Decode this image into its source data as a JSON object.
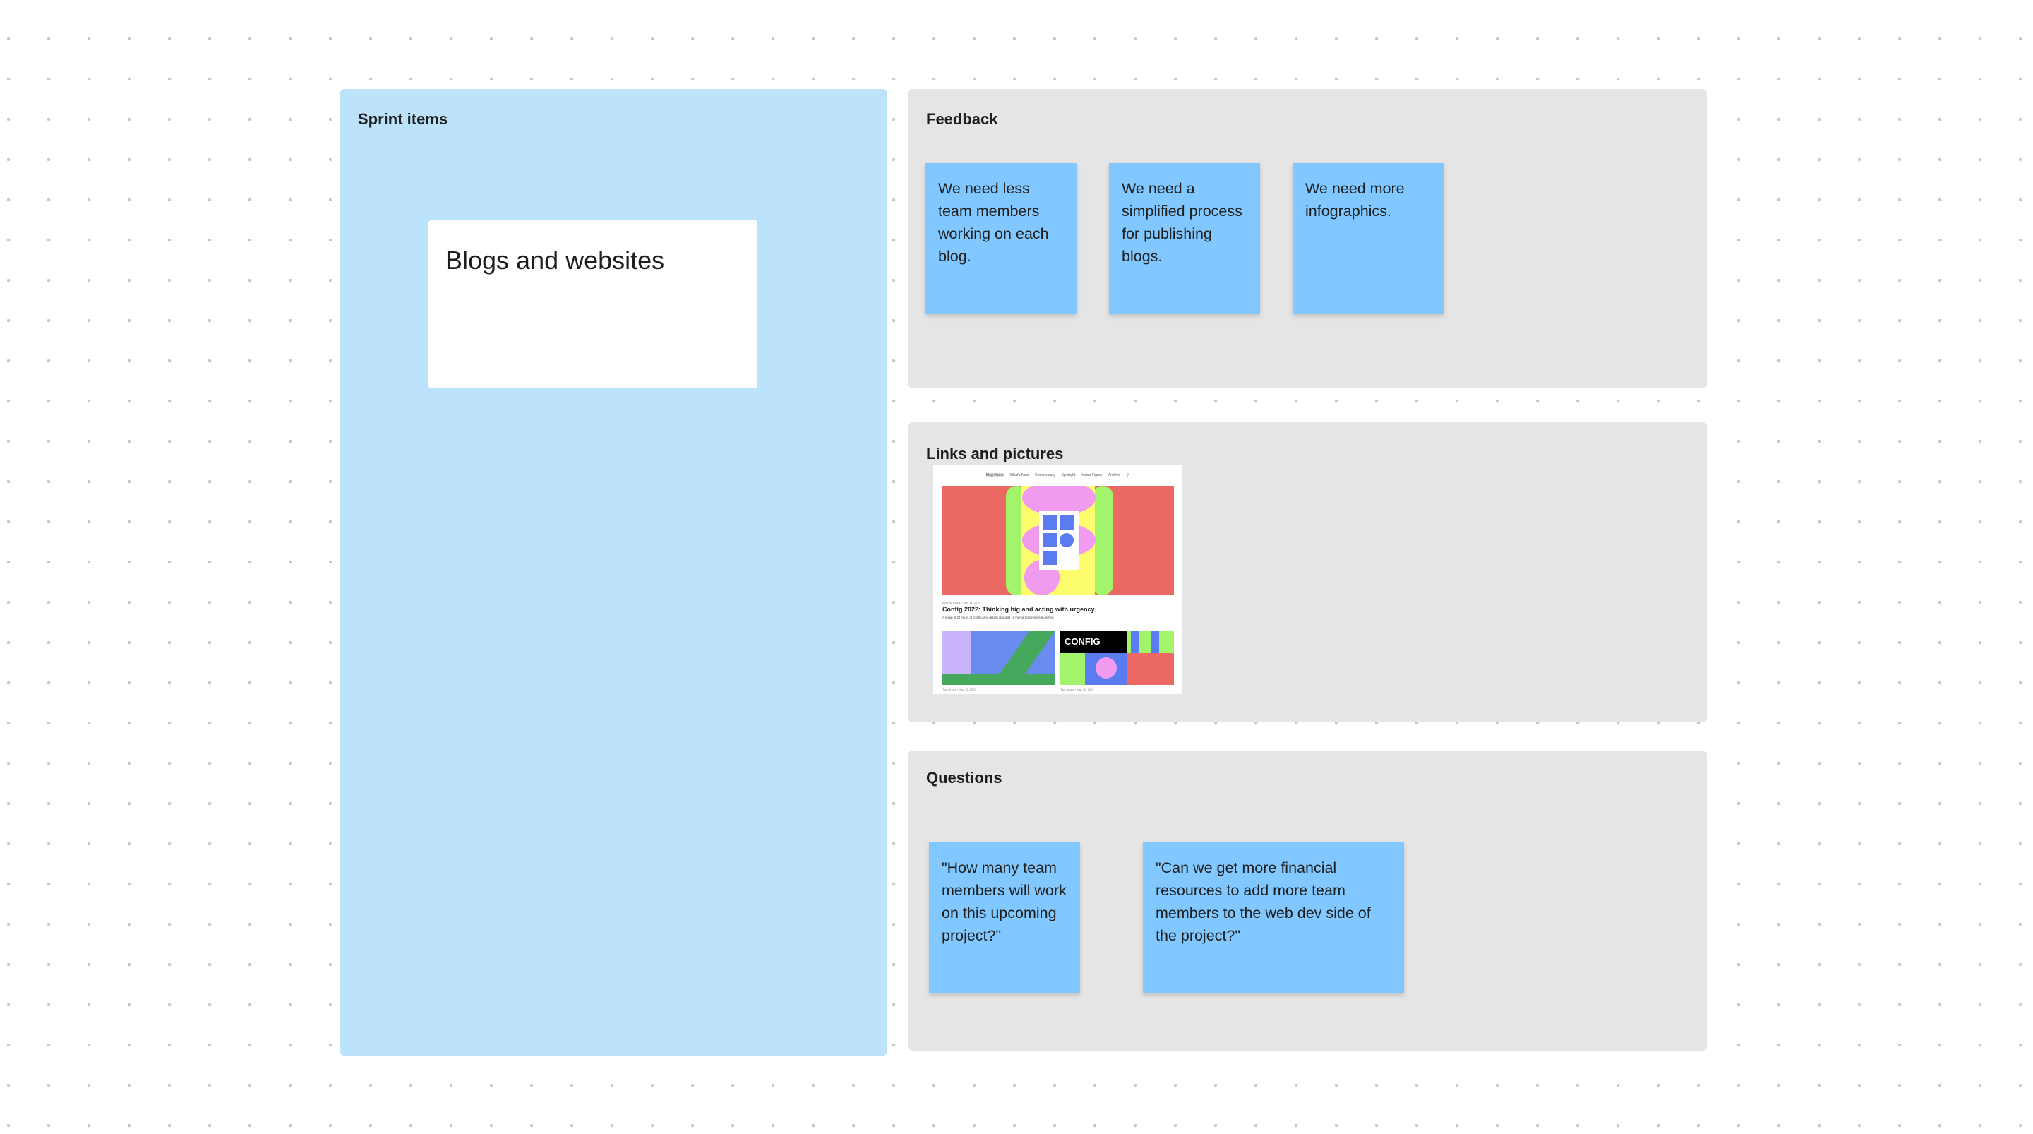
{
  "sprint": {
    "title": "Sprint items",
    "card_text": "Blogs and websites",
    "color": "#bde3fc"
  },
  "feedback": {
    "title": "Feedback",
    "notes": [
      "We need less team members working on each blog.",
      "We need a simplified process for publishing blogs.",
      "We need more infographics."
    ]
  },
  "links": {
    "title": "Links and pictures",
    "preview": {
      "nav": [
        "Blog Home",
        "What's New",
        "Commentary",
        "Spotlight",
        "Inside Figma",
        "Archive"
      ],
      "search_icon": "search-icon",
      "meta": "Andrew Hogan | May 11, 2022",
      "headline": "Config 2022: Thinking big and acting with urgency",
      "subtitle": "A recap of 24 hours of Config, and details about all 10 Figma features we launched.",
      "thumb1_meta": "Tom Brown | May 12, 2022",
      "thumb2_meta": "Tom Brown | May 10, 2022",
      "thumb2_logo": "CONFIG"
    }
  },
  "questions": {
    "title": "Questions",
    "notes": [
      "\"How many team members will work on this upcoming project?\"",
      "\"Can we get more financial resources to add more team members to the web dev side of the project?\""
    ]
  },
  "colors": {
    "sticky": "#80c8ff",
    "section_bg": "#e5e5e5",
    "canvas": "#ffffff"
  }
}
